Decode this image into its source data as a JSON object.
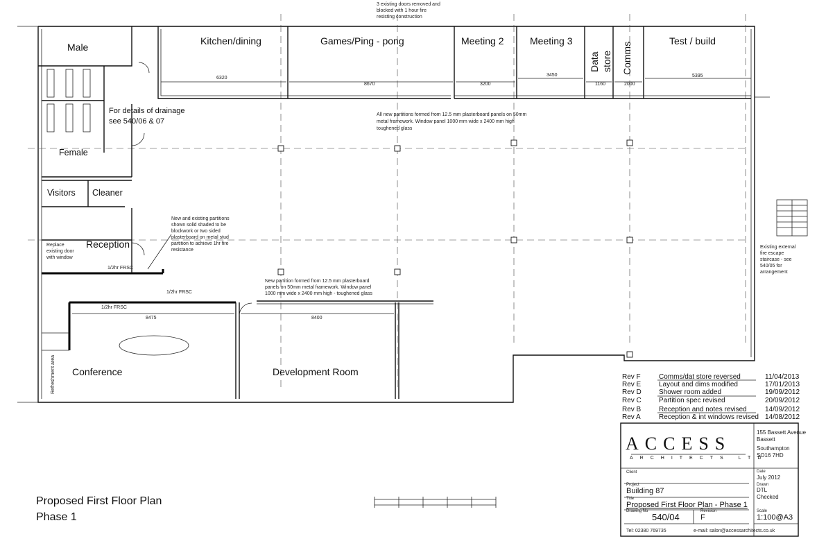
{
  "rooms": {
    "male": "Male",
    "female": "Female",
    "visitors": "Visitors",
    "cleaner": "Cleaner",
    "reception": "Reception",
    "kitchen": "Kitchen/dining",
    "games": "Games/Ping - pong",
    "meeting2": "Meeting 2",
    "meeting3": "Meeting 3",
    "data_store_1": "Data",
    "data_store_2": "store",
    "comms": "Comms",
    "test_build": "Test / build",
    "conference": "Conference",
    "development": "Development Room",
    "refreshment": "Refreshment area"
  },
  "notes": {
    "top_doors_1": "3 existing doors removed and",
    "top_doors_2": "blocked with 1 hour fire",
    "top_doors_3": "resisting construction",
    "drainage_1": "For details of drainage",
    "drainage_2": "see 540/06 & 07",
    "partitions_1": "All new partitions formed from 12.5 mm plasterboard panels on 50mm",
    "partitions_2": "metal framework. Window panel 1000 mm wide x 2400 mm high",
    "partitions_3": "toughened glass",
    "existing_1": "New and existing partitions",
    "existing_2": "shown solid shaded to be",
    "existing_3": "blockwork or two sided",
    "existing_4": "plasterboard on metal stud",
    "existing_5": "partition to achieve 1hr fire",
    "existing_6": "resistance",
    "replace_1": "Replace",
    "replace_2": "existing door",
    "replace_3": "with window",
    "new_partition_1": "New partition formed from 12.5 mm plasterboard",
    "new_partition_2": "panels on 50mm metal framework. Window panel",
    "new_partition_3": "1000 mm wide x 2400 mm high - toughened glass",
    "stair_1": "Existing external",
    "stair_2": "fire escape",
    "stair_3": "staircase - see",
    "stair_4": "540/05 for",
    "stair_5": "arrangement",
    "frsc_1": "1/2hr FRSC",
    "frsc_2": "1/2hr FRSC",
    "frsc_3": "1/2hr FRSC"
  },
  "dimensions": {
    "kitchen": "6320",
    "games": "8670",
    "meeting2": "3200",
    "meeting3": "3450",
    "data_store": "1160",
    "comms": "2000",
    "test_build": "5395",
    "conference": "8475",
    "development": "8400"
  },
  "revisions": [
    {
      "rev": "Rev F",
      "desc": "Comms/dat store reversed",
      "date": "11/04/2013"
    },
    {
      "rev": "Rev E",
      "desc": "Layout and dims modified",
      "date": "17/01/2013"
    },
    {
      "rev": "Rev D",
      "desc": "Shower room added",
      "date": "19/09/2012"
    },
    {
      "rev": "Rev C",
      "desc": "Partition spec revised",
      "date": "20/09/2012"
    },
    {
      "rev": "Rev B",
      "desc": "Reception and notes revised",
      "date": "14/09/2012"
    },
    {
      "rev": "Rev A",
      "desc": "Reception & int windows revised",
      "date": "14/08/2012"
    }
  ],
  "title_block": {
    "logo_main": "ACCESS",
    "logo_sub": "ARCHITECTS LTD",
    "address_1": "155 Bassett Avenue",
    "address_2": "Bassett",
    "address_3": "Southampton",
    "address_4": "SO16 7HD",
    "client_label": "Client",
    "project_label": "Project",
    "project": "Building 87",
    "title_label": "Title",
    "title": "Proposed First Floor Plan - Phase 1",
    "drawing_no_label": "Drawing No",
    "drawing_no": "540/04",
    "revision_label": "Revision",
    "revision": "F",
    "date_label": "Date",
    "date": "July 2012",
    "drawn_label": "Drawn",
    "drawn": "DTL",
    "checked_label": "Checked",
    "scale_label": "Scale",
    "scale": "1:100@A3",
    "tel": "Tel: 02380 769735",
    "email": "e-mail: salon@accessarchitects.co.uk"
  },
  "drawing_title_1": "Proposed First Floor Plan",
  "drawing_title_2": "Phase 1"
}
